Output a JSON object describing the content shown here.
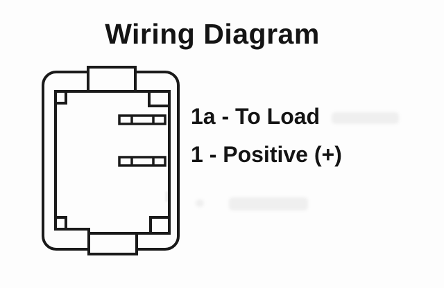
{
  "title": "Wiring Diagram",
  "labels": {
    "terminal_1a": "1a - To Load",
    "terminal_1": "1 - Positive (+)"
  },
  "icons": {
    "connector_diagram": "two-terminal-rocker-switch-connector-outline",
    "terminal_1a_pin": "blade-terminal-icon",
    "terminal_1_pin": "blade-terminal-icon"
  },
  "colors": {
    "bg": "#fdfdfd",
    "line": "#1a1a1a",
    "text": "#141414"
  }
}
